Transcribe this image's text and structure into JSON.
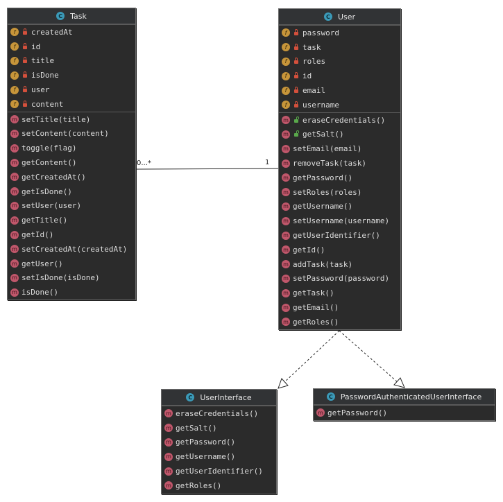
{
  "classes": {
    "task": {
      "name": "Task",
      "fields": [
        "createdAt",
        "id",
        "title",
        "isDone",
        "user",
        "content"
      ],
      "methods": [
        "setTitle(title)",
        "setContent(content)",
        "toggle(flag)",
        "getContent()",
        "getCreatedAt()",
        "getIsDone()",
        "setUser(user)",
        "getTitle()",
        "getId()",
        "setCreatedAt(createdAt)",
        "getUser()",
        "setIsDone(isDone)",
        "isDone()"
      ]
    },
    "user": {
      "name": "User",
      "fields": [
        "password",
        "task",
        "roles",
        "id",
        "email",
        "username"
      ],
      "methods": [
        "eraseCredentials()",
        "getSalt()",
        "setEmail(email)",
        "removeTask(task)",
        "getPassword()",
        "setRoles(roles)",
        "getUsername()",
        "setUsername(username)",
        "getUserIdentifier()",
        "getId()",
        "addTask(task)",
        "setPassword(password)",
        "getTask()",
        "getEmail()",
        "getRoles()"
      ],
      "public_methods": [
        "eraseCredentials()",
        "getSalt()"
      ]
    },
    "user_interface": {
      "name": "UserInterface",
      "methods": [
        "eraseCredentials()",
        "getSalt()",
        "getPassword()",
        "getUsername()",
        "getUserIdentifier()",
        "getRoles()"
      ]
    },
    "password_interface": {
      "name": "PasswordAuthenticatedUserInterface",
      "methods": [
        "getPassword()"
      ]
    }
  },
  "association": {
    "task_multiplicity": "0...*",
    "user_multiplicity": "1"
  },
  "icons": {
    "class": "C",
    "field": "f",
    "method": "m"
  },
  "colors": {
    "class_icon": "#3b9ab8",
    "field_icon": "#c7953a",
    "method_icon": "#c0576b",
    "private_lock": "#d4503c",
    "public_lock": "#59a84b",
    "box_bg": "#2b2b2b"
  }
}
